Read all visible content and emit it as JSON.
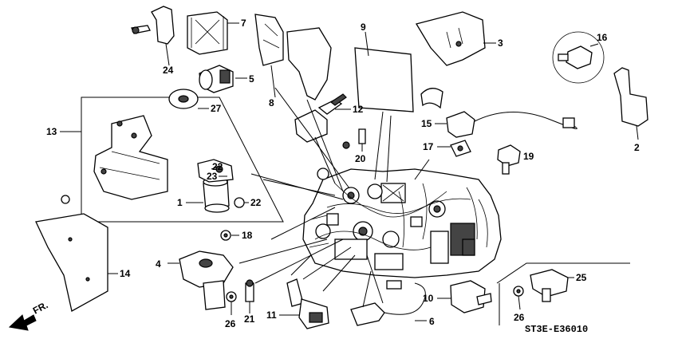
{
  "parts": {
    "p1": "1",
    "p2": "2",
    "p3": "3",
    "p4": "4",
    "p5": "5",
    "p6": "6",
    "p7": "7",
    "p8": "8",
    "p9": "9",
    "p10": "10",
    "p11": "11",
    "p12": "12",
    "p13": "13",
    "p14": "14",
    "p15": "15",
    "p16": "16",
    "p17": "17",
    "p18": "18",
    "p19": "19",
    "p20": "20",
    "p21": "21",
    "p22a": "22",
    "p22b": "22",
    "p23": "23",
    "p24": "24",
    "p25": "25",
    "p26a": "26",
    "p26b": "26",
    "p27": "27"
  },
  "direction_label": "FR.",
  "diagram_code": "ST3E-E36010"
}
